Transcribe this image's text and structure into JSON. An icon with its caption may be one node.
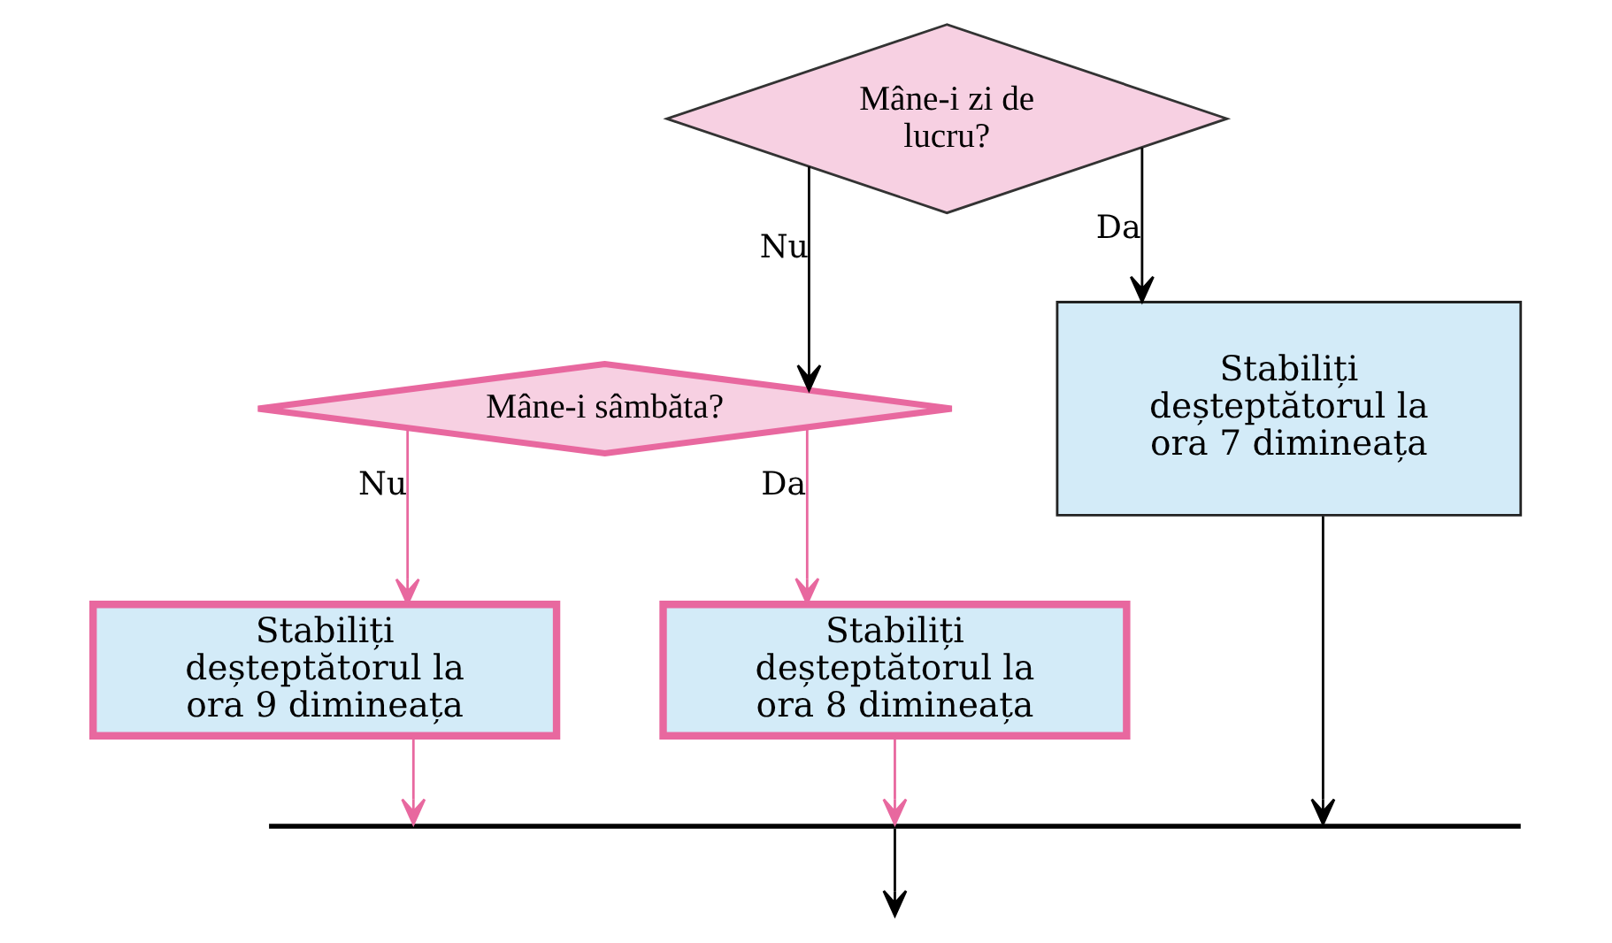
{
  "diagram": {
    "nodes": [
      {
        "text": [
          "Mâne-i zi de lucru?"
        ]
      },
      {
        "text": [
          "Mâne-i sâmbăta?"
        ]
      },
      {
        "text": [
          "Stabiliți deșteptătorul la ora 7 dimineața"
        ]
      },
      {
        "text": [
          "Stabiliți deșteptătorul la ora 9 dimineața"
        ]
      },
      {
        "text": [
          "Stabiliți deșteptătorul la ora 8 dimineața"
        ]
      },
      {
        "text": [],
        "shape": "bar"
      }
    ],
    "edges": [
      {
        "from": 0,
        "to": 1,
        "arrow": "to",
        "label": "Nu"
      },
      {
        "from": 0,
        "to": 2,
        "arrow": "to",
        "label": "Da"
      },
      {
        "from": 1,
        "to": 3,
        "arrow": "to",
        "label": "Nu",
        "color": "#e8689f"
      },
      {
        "from": 1,
        "to": 4,
        "arrow": "to",
        "label": "Da",
        "color": "#e8689f"
      },
      {
        "from": 3,
        "to": 5,
        "arrow": "to",
        "color": "#e8689f"
      },
      {
        "from": 4,
        "to": 5,
        "arrow": "to",
        "color": "#e8689f"
      },
      {
        "from": 2,
        "to": 5,
        "arrow": "to"
      },
      {
        "from": 5,
        "to": null,
        "arrow": "to"
      }
    ]
  }
}
